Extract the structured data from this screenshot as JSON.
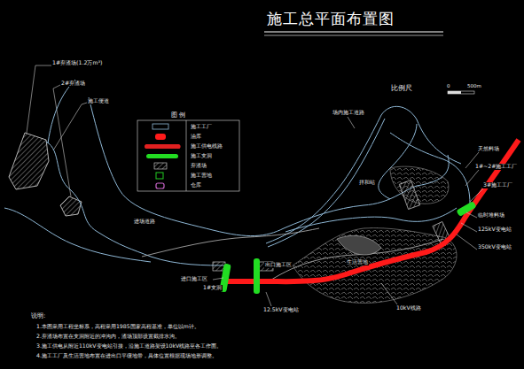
{
  "diagram": {
    "title": "施工总平面布置图",
    "labels": [
      "比例尺",
      "0",
      "500m",
      "说明:",
      "1.本图采用工程坐标系，高程采用1985国家高程基准，单位以m计。",
      "2.弃渣场布置在支洞附近的冲沟内，渣场顶部设置截排水沟。",
      "3.施工供电从附近110kV变电站引接，沿施工道路架设10kV线路至各工作面。",
      "4.施工工厂及生活营地布置在进出口平缓地带，具体位置根据现场地形调整。",
      "1#弃渣场(1.2万m³)",
      "2#弃渣场",
      "施工便道",
      "进场道路",
      "进口施工区",
      "1#支洞",
      "出口施工区",
      "12.5kV变电站",
      "10kV线路",
      "场内施工道路",
      "生活营地",
      "图 例",
      "天然料场",
      "1#~2#施工工厂",
      "3#施工工厂",
      "临时堆料场",
      "125kV变电站",
      "350kV变电站",
      "拌和站"
    ],
    "legend": [
      {
        "text": "施工工厂"
      },
      {
        "text": "油库",
        "color": "#ff1a1a"
      },
      {
        "text": "施工供电线路",
        "color": "#e02020"
      },
      {
        "text": "施工支洞",
        "color": "#22dd22"
      },
      {
        "text": "弃渣场"
      },
      {
        "text": "施工营地",
        "color": "#22cc22"
      },
      {
        "text": "仓库",
        "color": "#cc66cc"
      }
    ]
  }
}
